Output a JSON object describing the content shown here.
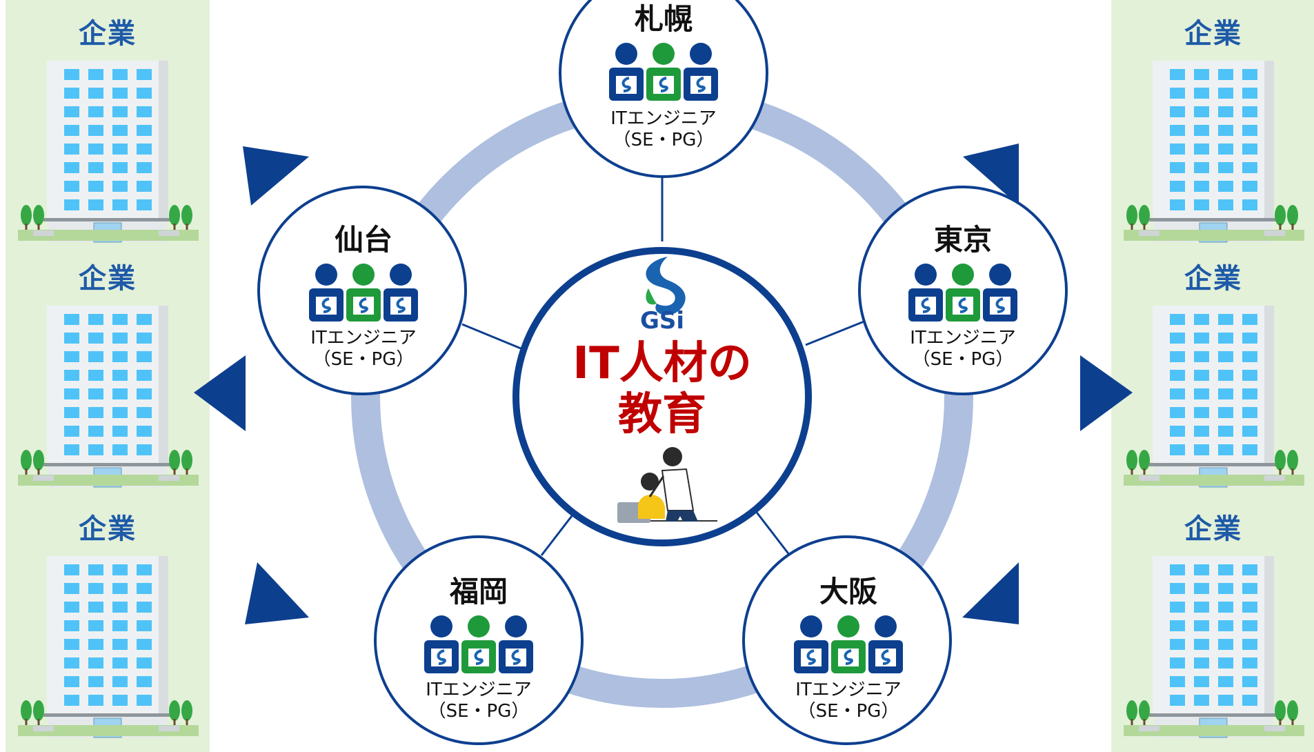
{
  "center": {
    "logo_text": "GSi",
    "title_line1": "IT人材の",
    "title_line2": "教育"
  },
  "offices": [
    {
      "name": "札幌",
      "role": "ITエンジニア",
      "detail": "（SE・PG）"
    },
    {
      "name": "東京",
      "role": "ITエンジニア",
      "detail": "（SE・PG）"
    },
    {
      "name": "大阪",
      "role": "ITエンジニア",
      "detail": "（SE・PG）"
    },
    {
      "name": "福岡",
      "role": "ITエンジニア",
      "detail": "（SE・PG）"
    },
    {
      "name": "仙台",
      "role": "ITエンジニア",
      "detail": "（SE・PG）"
    }
  ],
  "companies": {
    "left": [
      {
        "label": "企業"
      },
      {
        "label": "企業"
      },
      {
        "label": "企業"
      }
    ],
    "right": [
      {
        "label": "企業"
      },
      {
        "label": "企業"
      },
      {
        "label": "企業"
      }
    ]
  },
  "colors": {
    "navy": "#0d3f8f",
    "ring": "#aebfdf",
    "green": "#1f9a3b",
    "accent_red": "#c00000",
    "panel_bg": "#e3f1d9",
    "window_blue": "#4fc3f7"
  }
}
